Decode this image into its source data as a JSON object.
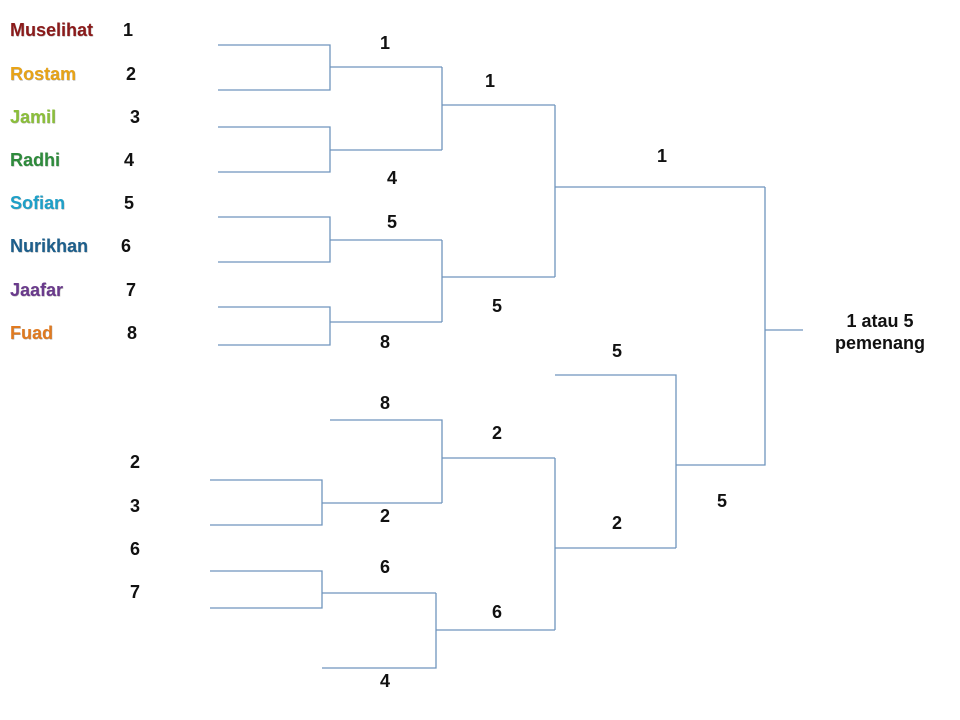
{
  "colors": {
    "line": "#6f95bd",
    "text": "#111111"
  },
  "players": [
    {
      "name": "Muselihat",
      "seed": "1",
      "color": "#8b1a1a"
    },
    {
      "name": "Rostam",
      "seed": "2",
      "color": "#e8a317"
    },
    {
      "name": "Jamil",
      "seed": "3",
      "color": "#8bbf3a"
    },
    {
      "name": "Radhi",
      "seed": "4",
      "color": "#2e8b3c"
    },
    {
      "name": "Sofian",
      "seed": "5",
      "color": "#1fa0c8"
    },
    {
      "name": "Nurikhan",
      "seed": "6",
      "color": "#1d5f8c"
    },
    {
      "name": "Jaafar",
      "seed": "7",
      "color": "#6a3a8c"
    },
    {
      "name": "Fuad",
      "seed": "8",
      "color": "#e07a20"
    }
  ],
  "lower_seeds": [
    "2",
    "3",
    "6",
    "7"
  ],
  "upper_bracket": {
    "r1_match1_winner": "1",
    "r1_match1_loser": "4",
    "r1_match2_winner": "5",
    "r1_match2_loser": "8",
    "r2_winner": "1",
    "r2_loser": "5",
    "final_winner": "1"
  },
  "lower_bracket": {
    "r1_top": "8",
    "r1_bottom": "2",
    "r1_match2_top": "6",
    "r1_match2_bottom": "4",
    "r2_top": "2",
    "r2_bottom": "6",
    "r3_top": "5",
    "r3_bottom": "2",
    "final": "5"
  },
  "result": {
    "line1": "1 atau 5",
    "line2": "pemenang"
  }
}
